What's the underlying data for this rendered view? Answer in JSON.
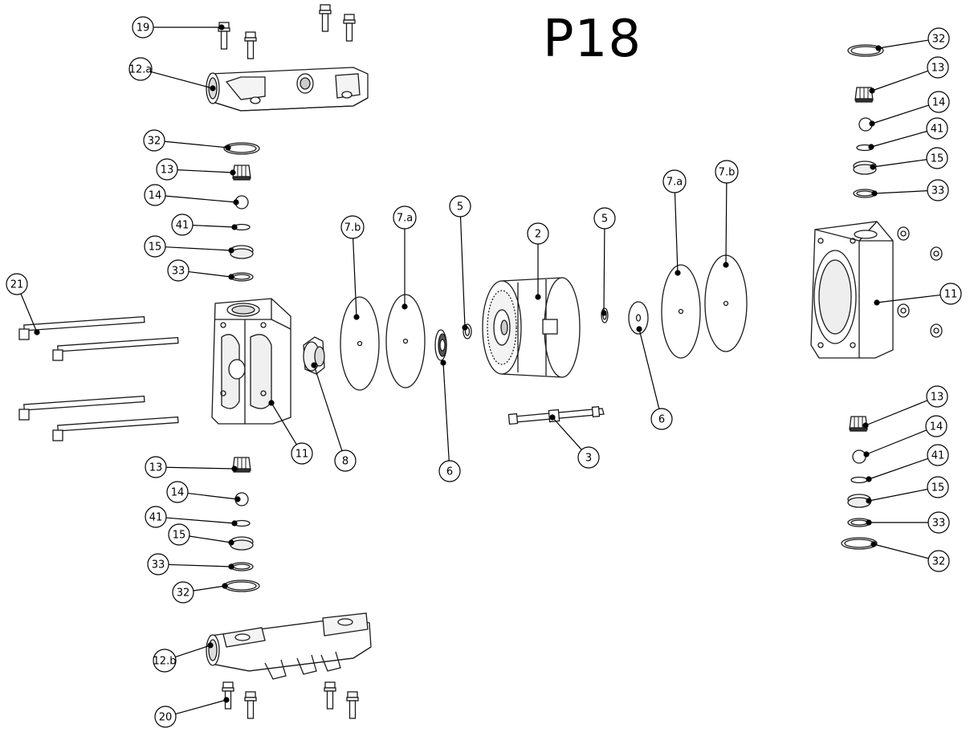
{
  "title": "P18",
  "callouts": {
    "screw_top": "19",
    "manifold_top": "12.a",
    "oring_top_left": "32",
    "seat_top_left": "13",
    "ball_top_left": "14",
    "oring_small_top_left": "41",
    "seal_top_left": "15",
    "oring_mid_top_left": "33",
    "rod": "21",
    "housing_left": "11",
    "piston_left": "8",
    "diaphragm_outer_left": "7.b",
    "diaphragm_inner_left": "7.a",
    "washer_left": "5",
    "plate_left": "6",
    "center_body": "2",
    "shaft": "3",
    "washer_right": "5",
    "plate_right": "6",
    "diaphragm_inner_right": "7.a",
    "diaphragm_outer_right": "7.b",
    "housing_right": "11",
    "oring_top_right": "32",
    "seat_top_right": "13",
    "ball_top_right": "14",
    "oring_small_top_right": "41",
    "seal_top_right": "15",
    "oring_mid_top_right": "33",
    "seat_bot_right": "13",
    "ball_bot_right": "14",
    "oring_small_bot_right": "41",
    "seal_bot_right": "15",
    "oring_mid_bot_right": "33",
    "oring_bot_right": "32",
    "seat_bot_left": "13",
    "ball_bot_left": "14",
    "oring_small_bot_left": "41",
    "seal_bot_left": "15",
    "oring_mid_bot_left": "33",
    "oring_bot_left": "32",
    "manifold_bottom": "12.b",
    "screw_bottom": "20"
  }
}
